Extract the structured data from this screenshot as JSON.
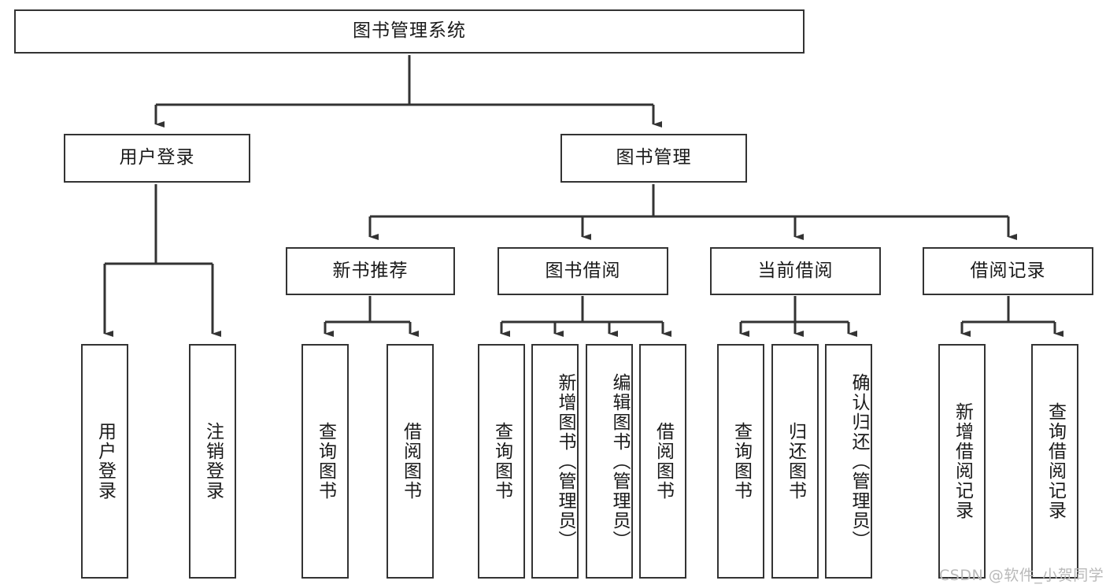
{
  "diagram": {
    "title_node": {
      "label": "图书管理系统"
    },
    "level2": [
      {
        "id": "user-login",
        "label": "用户登录"
      },
      {
        "id": "book-management",
        "label": "图书管理"
      }
    ],
    "level3": [
      {
        "id": "new-book-recommend",
        "label": "新书推荐"
      },
      {
        "id": "book-borrow",
        "label": "图书借阅"
      },
      {
        "id": "current-borrow",
        "label": "当前借阅"
      },
      {
        "id": "borrow-record",
        "label": "借阅记录"
      }
    ],
    "leaves": {
      "user_login": [
        {
          "id": "leaf-user-login",
          "label": "用户登录"
        },
        {
          "id": "leaf-logout-login",
          "label": "注销登录"
        }
      ],
      "new_book_recommend": [
        {
          "id": "leaf-query-book-1",
          "label": "查询图书"
        },
        {
          "id": "leaf-borrow-book-1",
          "label": "借阅图书"
        }
      ],
      "book_borrow": [
        {
          "id": "leaf-query-book-2",
          "label": "查询图书"
        },
        {
          "id": "leaf-add-book",
          "label": "新增图书（管理员）"
        },
        {
          "id": "leaf-edit-book",
          "label": "编辑图书（管理员）"
        },
        {
          "id": "leaf-borrow-book-2",
          "label": "借阅图书"
        }
      ],
      "current_borrow": [
        {
          "id": "leaf-query-book-3",
          "label": "查询图书"
        },
        {
          "id": "leaf-return-book",
          "label": "归还图书"
        },
        {
          "id": "leaf-confirm-return",
          "label": "确认归还（管理员）"
        }
      ],
      "borrow_record": [
        {
          "id": "leaf-add-record",
          "label": "新增借阅记录"
        },
        {
          "id": "leaf-query-record",
          "label": "查询借阅记录"
        }
      ]
    },
    "watermark": "CSDN @软件_小贺同学",
    "colors": {
      "stroke": "#333333",
      "background": "#ffffff",
      "text": "#1a1a1a",
      "watermark": "#b9b9b9"
    }
  }
}
